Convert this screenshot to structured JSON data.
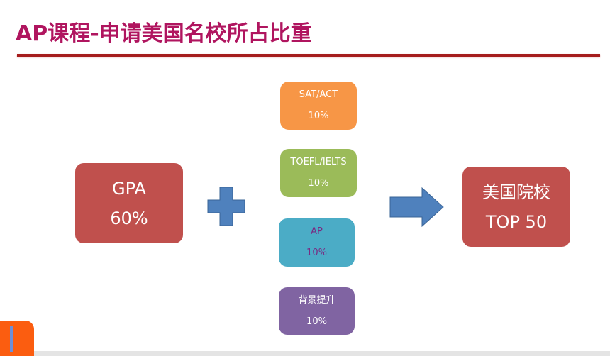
{
  "title": "AP课程-申请美国名校所占比重",
  "gpa": {
    "label": "GPA",
    "value": "60%"
  },
  "factors": [
    {
      "label": "SAT/ACT",
      "value": "10%"
    },
    {
      "label": "TOEFL/IELTS",
      "value": "10%"
    },
    {
      "label": "AP",
      "value": "10%"
    },
    {
      "label": "背景提升",
      "value": "10%"
    }
  ],
  "result": {
    "line1": "美国院校",
    "line2": "TOP 50"
  },
  "colors": {
    "gpa": "#c0504d",
    "sat": "#f79646",
    "toefl": "#9bbb59",
    "ap": "#4bacc6",
    "bg": "#8064a2",
    "plus": "#4f81bd",
    "title": "#b0155f"
  }
}
